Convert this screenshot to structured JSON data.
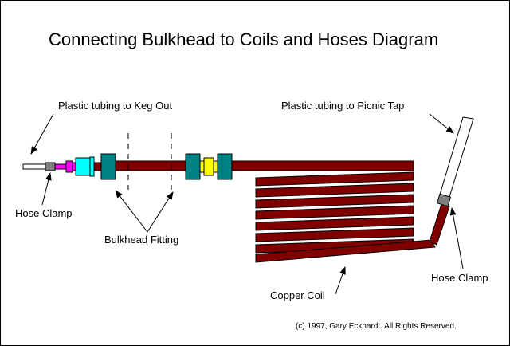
{
  "title": "Connecting Bulkhead to Coils and Hoses Diagram",
  "labels": {
    "keg_out": "Plastic tubing to Keg Out",
    "picnic_tap": "Plastic tubing to Picnic Tap",
    "hose_clamp_left": "Hose Clamp",
    "bulkhead_fitting": "Bulkhead Fitting",
    "copper_coil": "Copper Coil",
    "hose_clamp_right": "Hose Clamp"
  },
  "copyright": "(c) 1997, Gary Eckhardt.  All Rights Reserved.",
  "colors": {
    "copper": "#800000",
    "fitting_teal": "#008080",
    "coupler_cyan": "#00ffff",
    "nut_magenta": "#ff00ff",
    "washer_yellow": "#ffff00",
    "clamp_gray": "#808080",
    "tubing_white": "#ffffff"
  }
}
